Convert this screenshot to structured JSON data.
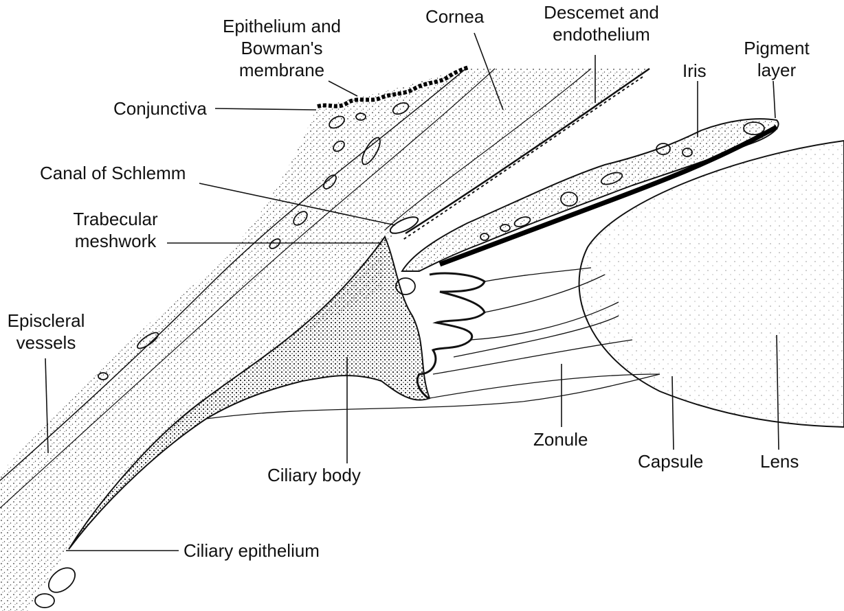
{
  "colors": {
    "ink": "#111111",
    "stipple": "#3a3a3a",
    "paper": "#ffffff",
    "pigment": "#000000"
  },
  "labels": {
    "epithelium_bowman": "Epithelium and\nBowman's\nmembrane",
    "cornea": "Cornea",
    "descemet": "Descemet and\nendothelium",
    "pigment_layer": "Pigment\nlayer",
    "iris": "Iris",
    "conjunctiva": "Conjunctiva",
    "canal_of_schlemm": "Canal of Schlemm",
    "trabecular_meshwork": "Trabecular\nmeshwork",
    "episcleral_vessels": "Episcleral\nvessels",
    "zonule": "Zonule",
    "capsule": "Capsule",
    "lens": "Lens",
    "ciliary_body": "Ciliary body",
    "ciliary_epithelium": "Ciliary epithelium"
  }
}
